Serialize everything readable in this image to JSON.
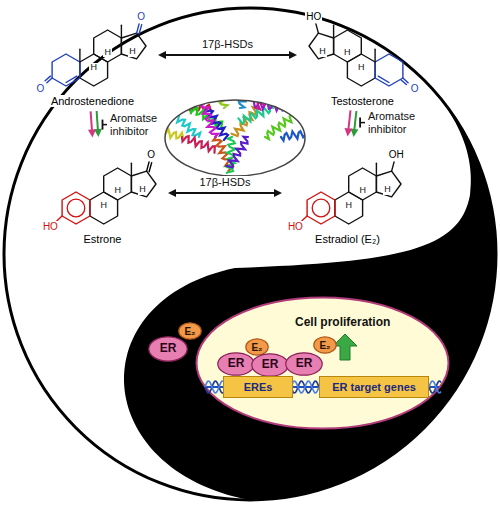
{
  "diagram": {
    "nodes": [
      {
        "text": [
          "Androstenedione",
          "O",
          "O",
          "H",
          "H",
          "H"
        ]
      },
      {
        "text": [
          "Testosterone",
          "HO",
          "O",
          "H",
          "H",
          "H"
        ]
      },
      {
        "text": [
          "Estrone",
          "O",
          "HO",
          "H",
          "H",
          "H"
        ]
      },
      {
        "text": [
          "Estradiol (E₂)",
          "OH",
          "HO",
          "H",
          "H",
          "H"
        ]
      },
      {
        "text": [
          "ER"
        ]
      },
      {
        "text": [
          "E₂"
        ]
      },
      {
        "text": [
          "Cell proliferation"
        ]
      },
      {
        "text": [
          "ER"
        ],
        "in": 6
      },
      {
        "text": [
          "E₂"
        ],
        "in": 6
      },
      {
        "text": [
          "ER"
        ],
        "in": 6
      },
      {
        "text": [
          "ER"
        ],
        "in": 6
      },
      {
        "text": [
          "E₂"
        ],
        "in": 6
      },
      {
        "text": [
          "EREs"
        ],
        "in": 6
      },
      {
        "text": [
          "ER target genes"
        ],
        "in": 6
      }
    ],
    "edges": [
      {
        "from": 0,
        "to": 1,
        "label": "17β-HSDs",
        "arrow": "both"
      },
      {
        "from": 0,
        "to": 2,
        "arrow": "to"
      },
      {
        "from": 1,
        "to": 3,
        "arrow": "to"
      },
      {
        "from": 2,
        "to": 3,
        "label": "17β-HSDs",
        "arrow": "both"
      }
    ],
    "labels": [
      "Aromatse inhibitor",
      "Aromatse inhibitor"
    ]
  }
}
